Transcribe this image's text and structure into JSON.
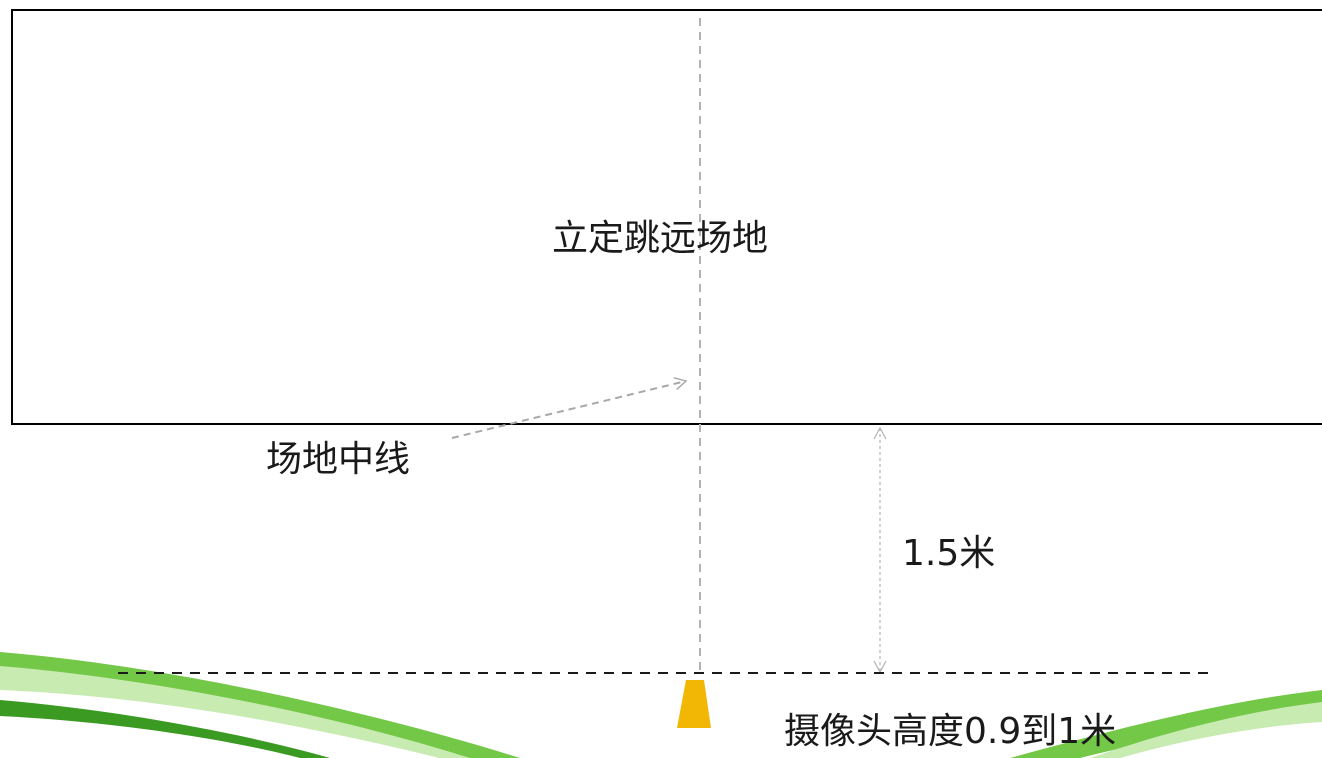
{
  "labels": {
    "field": "立定跳远场地",
    "midline": "场地中线",
    "distance": "1.5米",
    "camera_height": "摄像头高度0.9到1米"
  },
  "colors": {
    "outline": "#000000",
    "dashed_line": "#b3b3b3",
    "baseline_dash": "#1a1a1a",
    "camera": "#f2b705",
    "swoosh_light": "#c7ebb0",
    "swoosh_mid": "#74c847",
    "swoosh_dark": "#3b9a22"
  },
  "icons": {
    "camera": "camera-trapezoid-icon",
    "swoosh": "green-swoosh-decoration"
  }
}
